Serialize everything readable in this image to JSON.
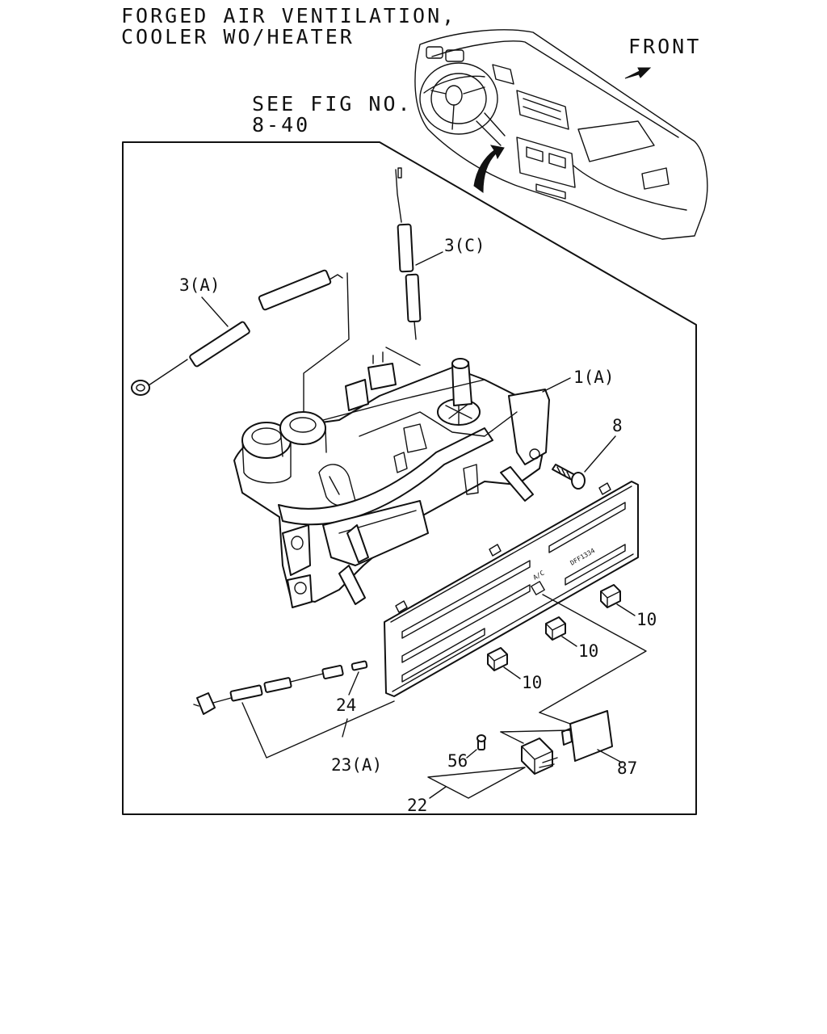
{
  "header": {
    "title_line1": "FORGED AIR VENTILATION,",
    "title_line2": "COOLER WO/HEATER",
    "front_label": "FRONT",
    "see_fig_line1": "SEE FIG NO.",
    "see_fig_line2": "8-40"
  },
  "callouts": {
    "c_3c": "3(C)",
    "c_3a": "3(A)",
    "c_1a": "1(A)",
    "c_8": "8",
    "c_10a": "10",
    "c_10b": "10",
    "c_10c": "10",
    "c_24": "24",
    "c_23a": "23(A)",
    "c_56": "56",
    "c_87": "87",
    "c_22": "22"
  },
  "panel_markings": {
    "ac": "A/C",
    "part_mark": "DFF1334"
  }
}
